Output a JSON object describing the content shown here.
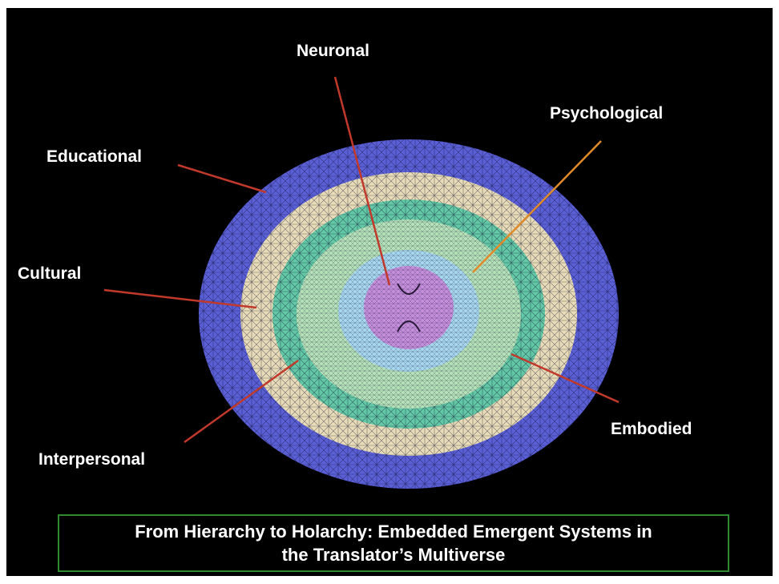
{
  "labels": {
    "neuronal": "Neuronal",
    "psychological": "Psychological",
    "educational": "Educational",
    "cultural": "Cultural",
    "interpersonal": "Interpersonal",
    "embodied": "Embodied"
  },
  "caption": {
    "line1": "From Hierarchy to Holarchy: Embedded Emergent Systems in",
    "line2": "the Translator’s Multiverse"
  },
  "colors": {
    "background": "#000000",
    "outer_ring": "#5a5fd6",
    "tan_ring": "#e8dcb8",
    "green_ring": "#63c8a6",
    "light_green_ring": "#b6e2b9",
    "light_blue_ring": "#a8d8f0",
    "core": "#c68fdc",
    "leader_red": "#c0392b",
    "leader_orange": "#e08a2a",
    "caption_border": "#2f8a2f"
  }
}
